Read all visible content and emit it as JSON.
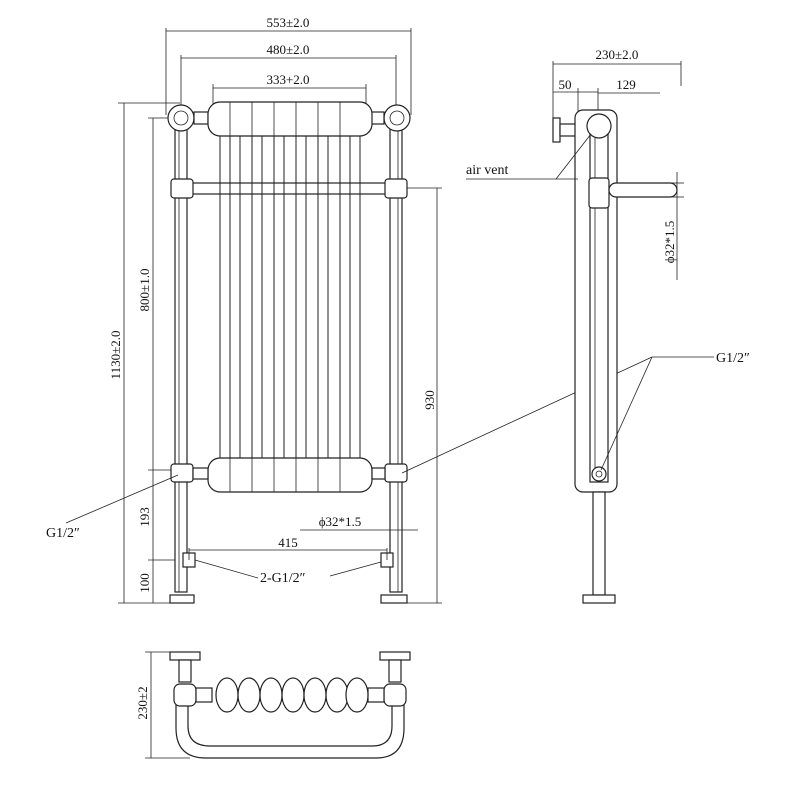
{
  "front_view": {
    "dim_overall_width": "553±2.0",
    "dim_pipe_centres": "480±2.0",
    "dim_column_width": "333+2.0",
    "dim_total_height": "1130±2.0",
    "dim_rail_to_bottom_col": "800±1.0",
    "dim_930": "930",
    "dim_193": "193",
    "dim_100": "100",
    "dim_415": "415",
    "dim_pipe_diameter": "ϕ32*1.5",
    "label_inlet_left": "G1/2″",
    "label_floor_conn": "2-G1/2″"
  },
  "side_view": {
    "dim_depth": "230±2.0",
    "dim_50": "50",
    "dim_129": "129",
    "label_air_vent": "air vent",
    "dim_pipe_diameter": "ϕ32*1.5",
    "label_inlet_right": "G1/2″"
  },
  "plan_view": {
    "dim_depth": "230±2"
  }
}
